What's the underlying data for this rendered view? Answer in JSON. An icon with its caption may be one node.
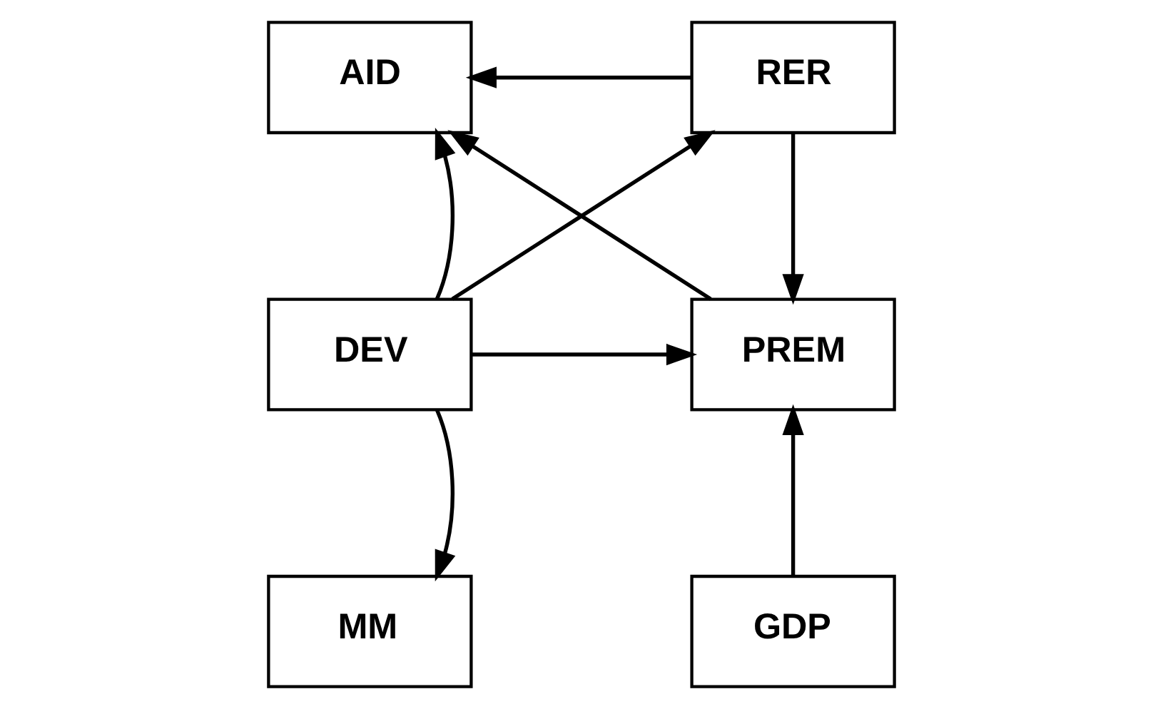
{
  "diagram": {
    "nodes": [
      {
        "text": [
          "AID"
        ]
      },
      {
        "text": [
          "RER"
        ]
      },
      {
        "text": [
          "DEV"
        ]
      },
      {
        "text": [
          "PREM"
        ]
      },
      {
        "text": [
          "MM"
        ]
      },
      {
        "text": [
          "GDP"
        ]
      }
    ],
    "edges": [
      {
        "from": 1,
        "to": 0,
        "arrow": "to"
      },
      {
        "from": 2,
        "to": 0,
        "arrow": "to"
      },
      {
        "from": 3,
        "to": 0,
        "arrow": "to"
      },
      {
        "from": 2,
        "to": 1,
        "arrow": "to"
      },
      {
        "from": 1,
        "to": 3,
        "arrow": "to"
      },
      {
        "from": 2,
        "to": 3,
        "arrow": "to"
      },
      {
        "from": 2,
        "to": 4,
        "arrow": "to"
      },
      {
        "from": 5,
        "to": 3,
        "arrow": "to"
      }
    ]
  }
}
